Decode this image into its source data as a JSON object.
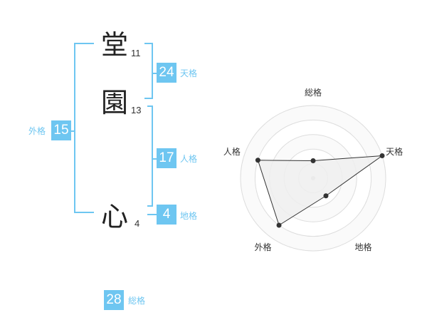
{
  "name": {
    "chars": [
      {
        "char": "堂",
        "strokes": "11"
      },
      {
        "char": "園",
        "strokes": "13"
      },
      {
        "char": "心",
        "strokes": "4"
      }
    ]
  },
  "kaku": {
    "tenkaku": {
      "value": "24",
      "label": "天格"
    },
    "jinkaku": {
      "value": "17",
      "label": "人格"
    },
    "chikaku": {
      "value": "4",
      "label": "地格"
    },
    "gaikaku": {
      "value": "15",
      "label": "外格"
    },
    "soukaku": {
      "value": "28",
      "label": "総格"
    }
  },
  "colors": {
    "accent": "#6ec6f1",
    "ring": "#dddddd",
    "polygon_fill": "#eeeeee",
    "polygon_stroke": "#333333"
  },
  "chart_data": {
    "type": "radar",
    "axes": [
      "総格",
      "天格",
      "地格",
      "外格",
      "人格"
    ],
    "max": 5,
    "rings": 5,
    "values": [
      1.2,
      5,
      1.5,
      4,
      4
    ]
  }
}
